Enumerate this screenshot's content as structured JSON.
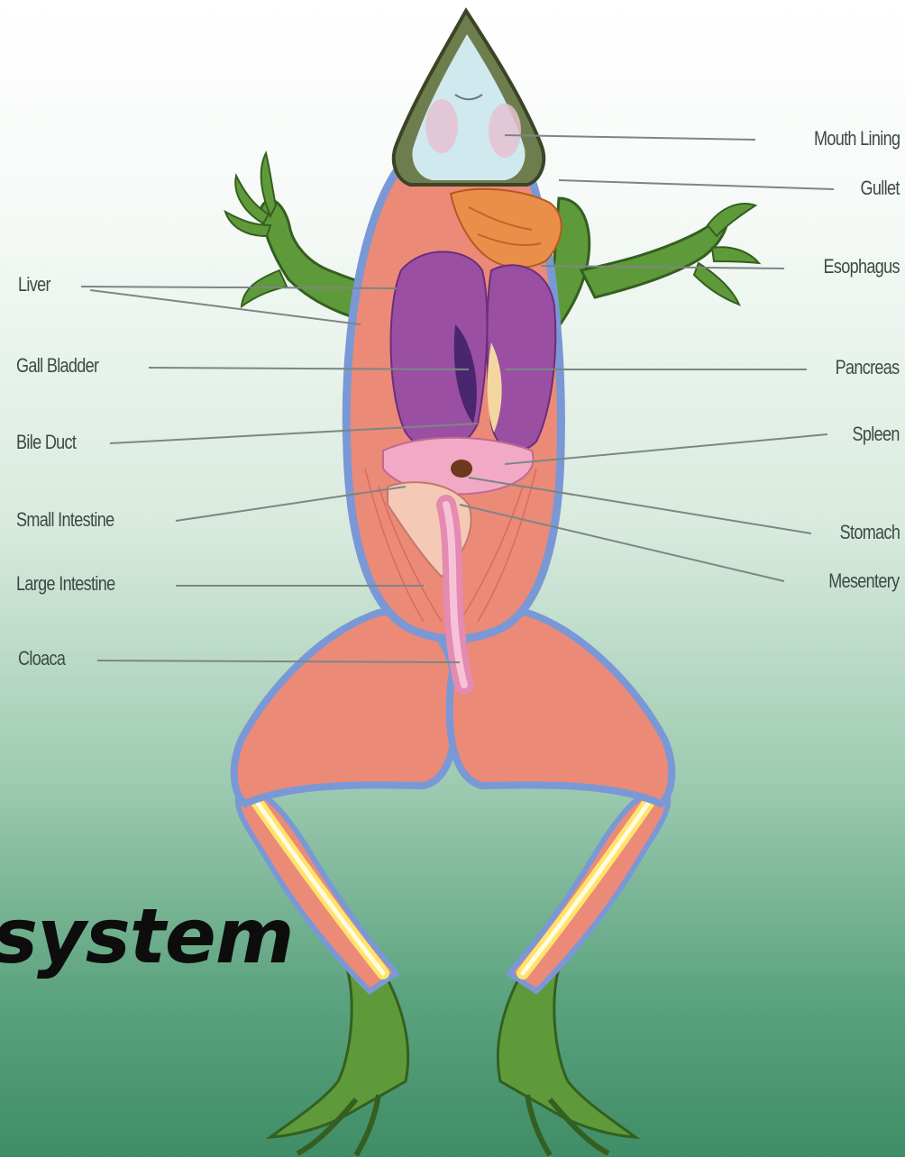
{
  "labels": {
    "left": {
      "liver": "Liver",
      "gall_bladder": "Gall Bladder",
      "bile_duct": "Bile Duct",
      "small_intestine": "Small Intestine",
      "large_intestine": "Large Intestine",
      "cloaca": "Cloaca"
    },
    "right": {
      "mouth_lining": "Mouth Lining",
      "gullet": "Gullet",
      "esophagus": "Esophagus",
      "pancreas": "Pancreas",
      "spleen": "Spleen",
      "stomach": "Stomach",
      "mesentery": "Mesentery"
    }
  },
  "title_fragment": "system",
  "colors": {
    "skin_green": "#5f9a3a",
    "muscle": "#ec8a78",
    "outline_blue": "#7a98d6",
    "liver_purple": "#9a4fa3",
    "intestine_pink": "#f2a9c6",
    "bone_yellow": "#ffe46a",
    "mouth": "#cfe9ee",
    "background_bottom": "#3f8d66"
  }
}
